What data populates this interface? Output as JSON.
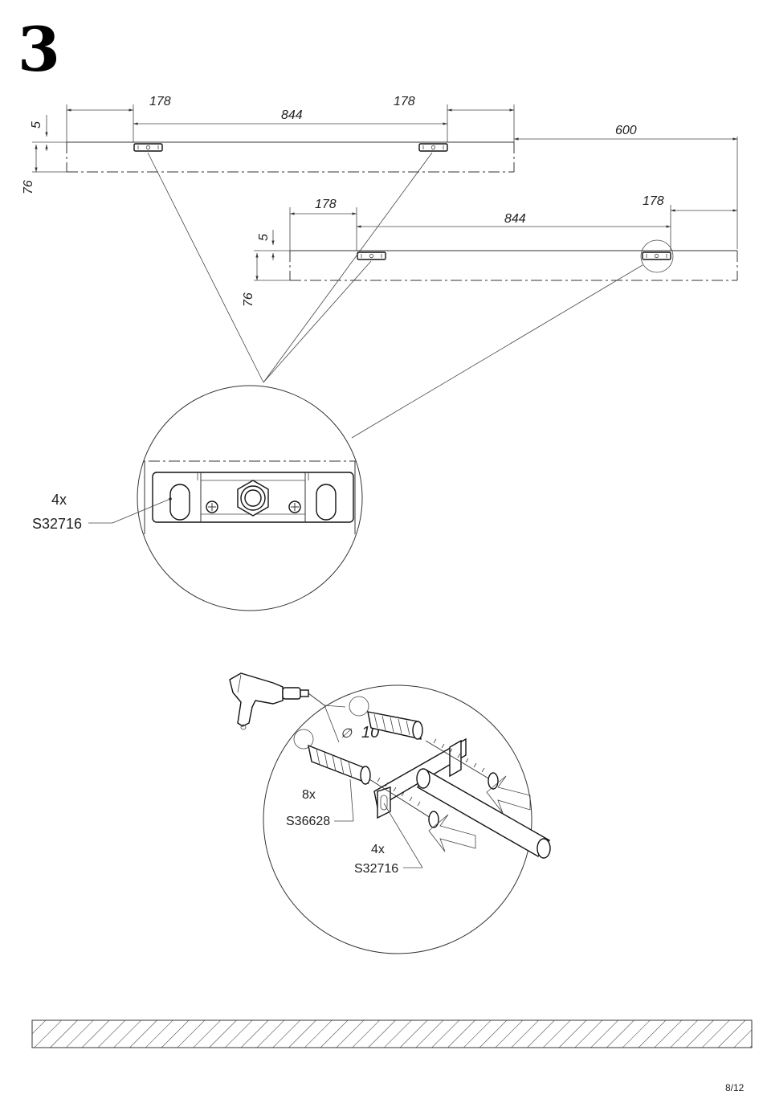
{
  "step_number": "3",
  "page_number": "8/12",
  "upper_cabinet": {
    "dim_left": "178",
    "dim_middle": "844",
    "dim_right": "178",
    "dim_offset": "5",
    "dim_height": "76"
  },
  "lower_cabinet": {
    "dim_left": "178",
    "dim_middle": "844",
    "dim_right": "178",
    "dim_offset": "5",
    "dim_height": "76"
  },
  "gap_dim": "600",
  "detail_bracket": {
    "qty": "4x",
    "part": "S32716"
  },
  "detail_fixing": {
    "drill_diameter": "10",
    "plug_qty": "8x",
    "plug_part": "S36628",
    "bracket_qty": "4x",
    "bracket_part": "S32716"
  },
  "icons": [
    "drill-icon",
    "wall-plug-icon",
    "screw-icon",
    "bracket-icon",
    "floor-hatch"
  ]
}
